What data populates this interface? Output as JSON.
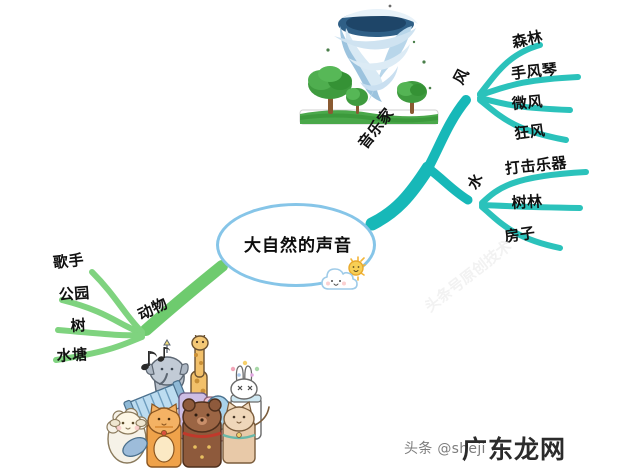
{
  "mindmap": {
    "central": {
      "label": "大自然的声音",
      "icon": "cloud-sun-icon",
      "border_color": "#86c5e8"
    },
    "branches": [
      {
        "id": "musician",
        "label": "音乐家",
        "color": "#17b8b8",
        "children": [
          {
            "id": "wind",
            "label": "风",
            "children": [
              {
                "label": "森林"
              },
              {
                "label": "手风琴"
              },
              {
                "label": "微风"
              },
              {
                "label": "狂风"
              }
            ]
          },
          {
            "id": "water",
            "label": "水",
            "children": [
              {
                "label": "打击乐器"
              },
              {
                "label": "树林"
              },
              {
                "label": "房子"
              }
            ]
          }
        ]
      },
      {
        "id": "animals",
        "label": "动物",
        "color": "#6ecb6e",
        "children": [
          {
            "label": "歌手"
          },
          {
            "label": "公园"
          },
          {
            "label": "树"
          },
          {
            "label": "水塘"
          }
        ]
      }
    ]
  },
  "illustrations": {
    "tornado": "tornado-illustration",
    "animals_band": "animals-illustration",
    "music_notes": "music-notes-icon"
  },
  "watermarks": {
    "byline": "头条 @sheji",
    "brand": "广东龙网",
    "diagonal": "头条号原创技术"
  }
}
